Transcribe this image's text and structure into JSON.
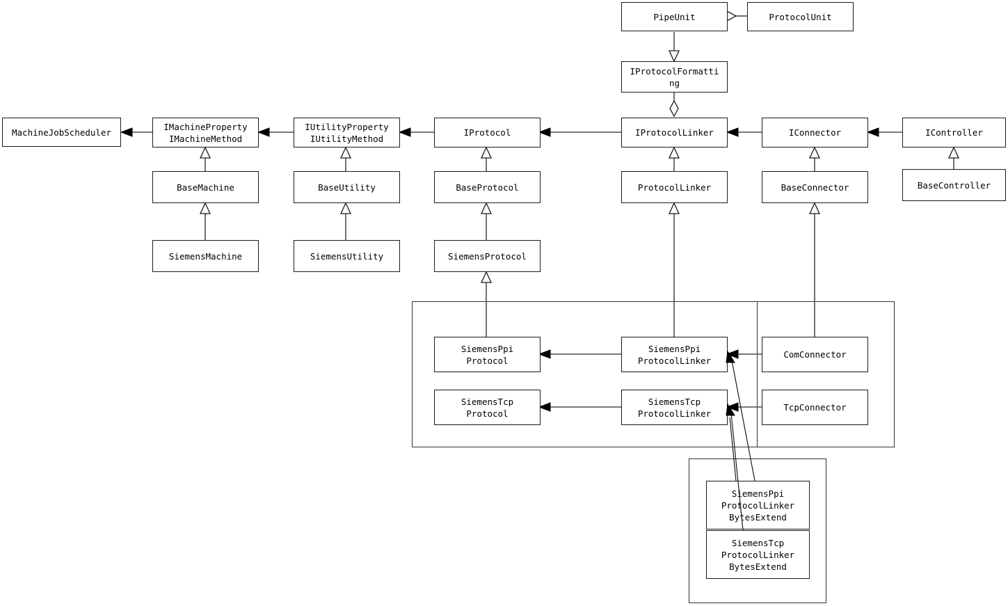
{
  "diagram": {
    "title": "Protocol Framework Class Diagram",
    "type": "uml-class-diagram",
    "background_color": "#ffffff",
    "box_border_color": "#1a1a1a",
    "line_color": "#4d4d4d"
  },
  "nodes": {
    "pipe_unit": "PipeUnit",
    "protocol_unit": "ProtocolUnit",
    "iprotocol_formatting": "IProtocolFormatti\nng",
    "machine_job_scheduler": "MachineJobScheduler",
    "imachine_property": "IMachineProperty\nIMachineMethod",
    "iutility_property": "IUtilityProperty\nIUtilityMethod",
    "iprotocol": "IProtocol",
    "iprotocol_linker": "IProtocolLinker",
    "iconnector": "IConnector",
    "icontroller": "IController",
    "base_machine": "BaseMachine",
    "base_utility": "BaseUtility",
    "base_protocol": "BaseProtocol",
    "protocol_linker": "ProtocolLinker",
    "base_connector": "BaseConnector",
    "base_controller": "BaseController",
    "siemens_machine": "SiemensMachine",
    "siemens_utility": "SiemensUtility",
    "siemens_protocol": "SiemensProtocol",
    "siemens_ppi_protocol": "SiemensPpi\nProtocol",
    "siemens_tcp_protocol": "SiemensTcp\nProtocol",
    "siemens_ppi_protocol_linker": "SiemensPpi\nProtocolLinker",
    "siemens_tcp_protocol_linker": "SiemensTcp\nProtocolLinker",
    "com_connector": "ComConnector",
    "tcp_connector": "TcpConnector",
    "siemens_ppi_protocol_linker_bytes_extend": "SiemensPpi\nProtocolLinker\nBytesExtend",
    "siemens_tcp_protocol_linker_bytes_extend": "SiemensTcp\nProtocolLinker\nBytesExtend"
  },
  "groups": {
    "protocol_implementations": "",
    "connector_implementations": "",
    "bytes_extend_implementations": ""
  },
  "relationships": [
    {
      "from": "protocol_unit",
      "to": "pipe_unit",
      "kind": "aggregation"
    },
    {
      "from": "pipe_unit",
      "to": "iprotocol_formatting",
      "kind": "realization"
    },
    {
      "from": "iprotocol_formatting",
      "to": "iprotocol_linker",
      "kind": "aggregation"
    },
    {
      "from": "imachine_property",
      "to": "machine_job_scheduler",
      "kind": "dependency"
    },
    {
      "from": "iutility_property",
      "to": "imachine_property",
      "kind": "dependency"
    },
    {
      "from": "iprotocol",
      "to": "iutility_property",
      "kind": "dependency"
    },
    {
      "from": "iprotocol_linker",
      "to": "iprotocol",
      "kind": "dependency"
    },
    {
      "from": "iconnector",
      "to": "iprotocol_linker",
      "kind": "dependency"
    },
    {
      "from": "icontroller",
      "to": "iconnector",
      "kind": "dependency"
    },
    {
      "from": "base_machine",
      "to": "imachine_property",
      "kind": "generalization"
    },
    {
      "from": "base_utility",
      "to": "iutility_property",
      "kind": "generalization"
    },
    {
      "from": "base_protocol",
      "to": "iprotocol",
      "kind": "generalization"
    },
    {
      "from": "protocol_linker",
      "to": "iprotocol_linker",
      "kind": "generalization"
    },
    {
      "from": "base_connector",
      "to": "iconnector",
      "kind": "generalization"
    },
    {
      "from": "base_controller",
      "to": "icontroller",
      "kind": "generalization"
    },
    {
      "from": "siemens_machine",
      "to": "base_machine",
      "kind": "generalization"
    },
    {
      "from": "siemens_utility",
      "to": "base_utility",
      "kind": "generalization"
    },
    {
      "from": "siemens_protocol",
      "to": "base_protocol",
      "kind": "generalization"
    },
    {
      "from": "siemens_ppi_protocol",
      "to": "siemens_protocol",
      "kind": "generalization"
    },
    {
      "from": "siemens_tcp_protocol",
      "to": "siemens_protocol",
      "kind": "generalization"
    },
    {
      "from": "siemens_ppi_protocol_linker",
      "to": "protocol_linker",
      "kind": "generalization"
    },
    {
      "from": "siemens_ppi_protocol_linker",
      "to": "siemens_ppi_protocol",
      "kind": "dependency"
    },
    {
      "from": "siemens_tcp_protocol_linker",
      "to": "siemens_tcp_protocol",
      "kind": "dependency"
    },
    {
      "from": "com_connector",
      "to": "base_connector",
      "kind": "generalization"
    },
    {
      "from": "com_connector",
      "to": "siemens_ppi_protocol_linker",
      "kind": "dependency"
    },
    {
      "from": "tcp_connector",
      "to": "siemens_tcp_protocol_linker",
      "kind": "dependency"
    },
    {
      "from": "siemens_ppi_protocol_linker_bytes_extend",
      "to": "siemens_ppi_protocol_linker",
      "kind": "dependency"
    },
    {
      "from": "siemens_tcp_protocol_linker_bytes_extend",
      "to": "siemens_tcp_protocol_linker",
      "kind": "dependency"
    }
  ]
}
